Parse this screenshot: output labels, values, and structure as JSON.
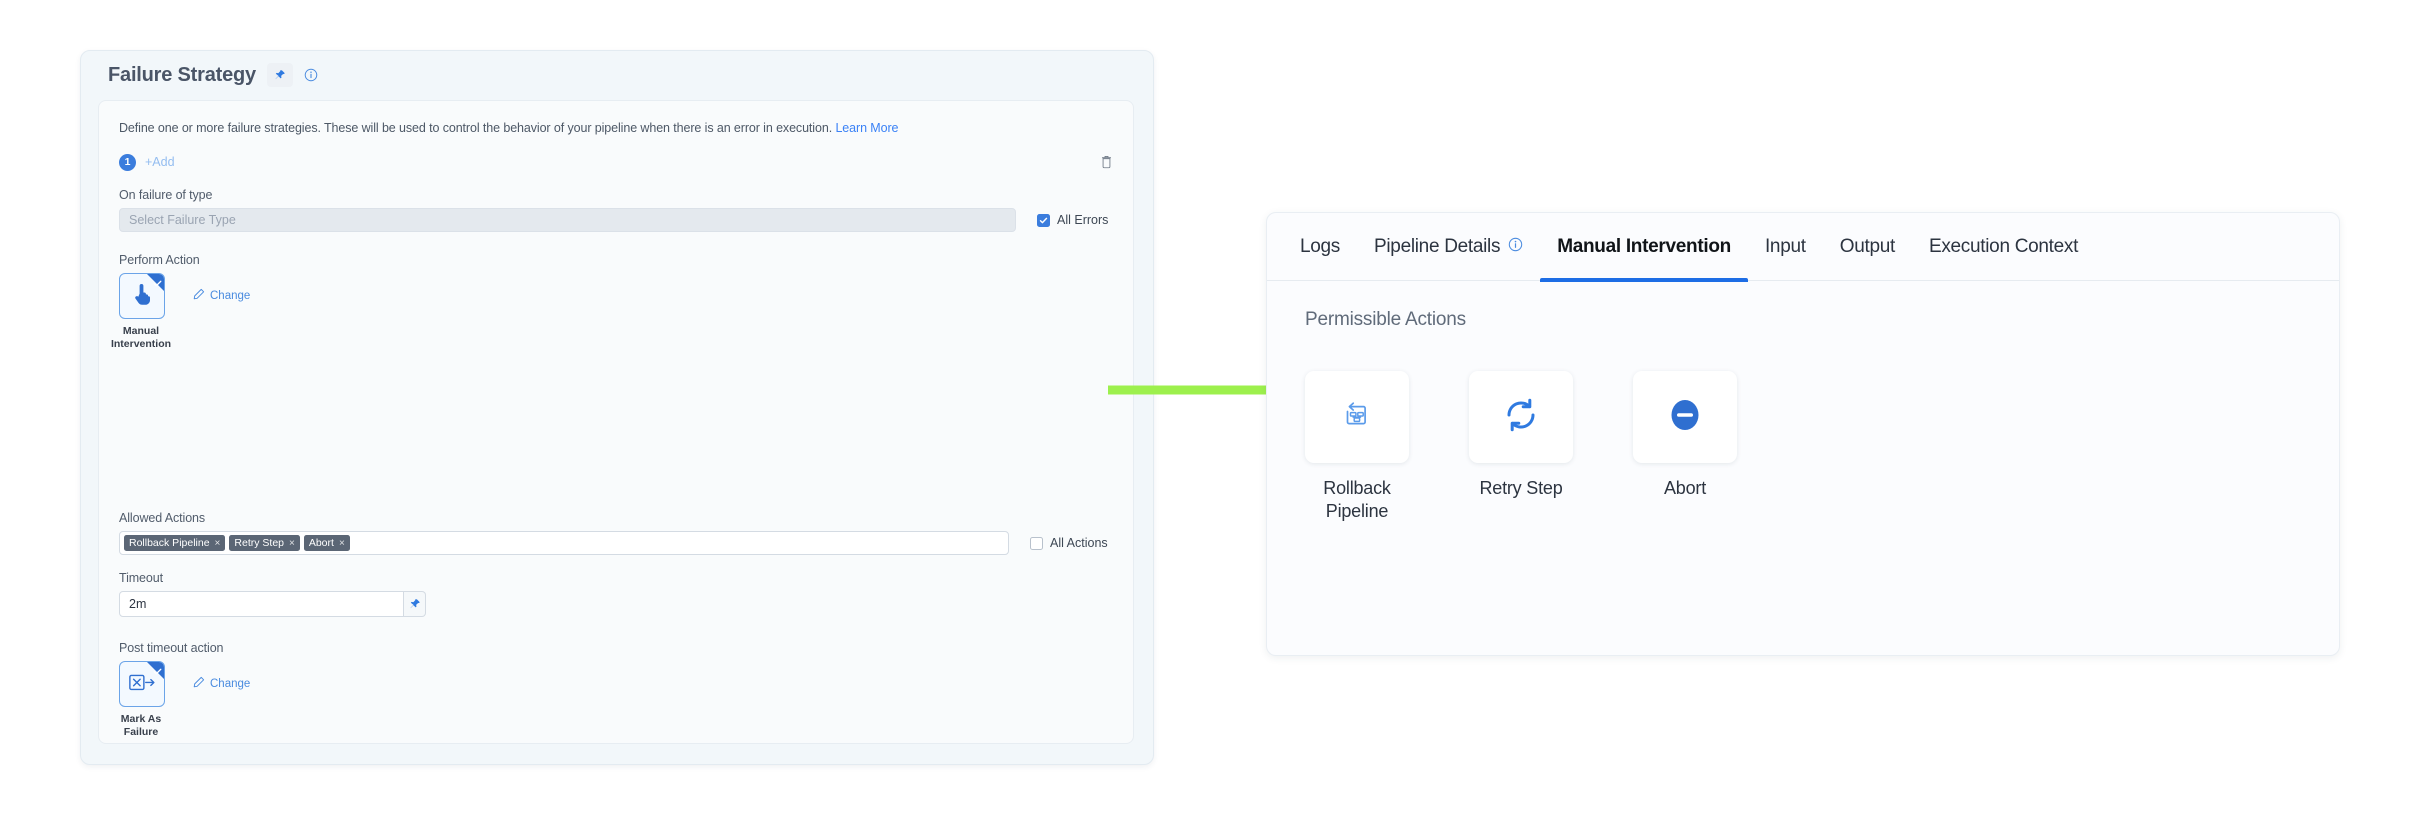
{
  "left_card": {
    "title": "Failure Strategy",
    "pin_icon": "pin-icon",
    "info_icon": "info-circle-icon",
    "description_text": "Define one or more failure strategies. These will be used to control the behavior of your pipeline when there is an error in execution.",
    "learn_more_label": "Learn More",
    "strategy_index": "1",
    "add_label": "+Add",
    "delete_icon": "trash-icon",
    "on_failure": {
      "label": "On failure of type",
      "select_placeholder": "Select Failure Type",
      "checkbox_label": "All Errors",
      "checkbox_checked": true
    },
    "perform_action": {
      "label": "Perform Action",
      "tile_caption": "Manual\nIntervention",
      "tile_caption_line1": "Manual",
      "tile_caption_line2": "Intervention",
      "tile_icon": "pointing-hand-icon",
      "selected": true,
      "change_label": "Change",
      "change_icon": "pencil-icon"
    },
    "allowed_actions": {
      "label": "Allowed Actions",
      "chips": [
        "Rollback Pipeline",
        "Retry Step",
        "Abort"
      ],
      "chip_remove_glyph": "×",
      "checkbox_label": "All Actions",
      "checkbox_checked": false
    },
    "timeout": {
      "label": "Timeout",
      "value": "2m",
      "pin_icon": "pin-icon"
    },
    "post_timeout": {
      "label": "Post timeout action",
      "tile_caption_line1": "Mark As",
      "tile_caption_line2": "Failure",
      "tile_icon": "mark-as-failure-icon",
      "selected": true,
      "change_label": "Change",
      "change_icon": "pencil-icon"
    }
  },
  "arrow": {
    "icon": "green-right-arrow",
    "color": "#9df04d"
  },
  "right_panel": {
    "tabs": [
      {
        "label": "Logs",
        "active": false,
        "has_info_icon": false
      },
      {
        "label": "Pipeline Details",
        "active": false,
        "has_info_icon": true
      },
      {
        "label": "Manual Intervention",
        "active": true,
        "has_info_icon": false
      },
      {
        "label": "Input",
        "active": false,
        "has_info_icon": false
      },
      {
        "label": "Output",
        "active": false,
        "has_info_icon": false
      },
      {
        "label": "Execution Context",
        "active": false,
        "has_info_icon": false
      }
    ],
    "active_tab_color": "#1d6de5",
    "section_title": "Permissible Actions",
    "actions": [
      {
        "label_line1": "Rollback",
        "label_line2": "Pipeline",
        "icon": "rollback-pipeline-icon"
      },
      {
        "label_line1": "Retry Step",
        "label_line2": "",
        "icon": "retry-step-icon"
      },
      {
        "label_line1": "Abort",
        "label_line2": "",
        "icon": "abort-icon"
      }
    ]
  }
}
